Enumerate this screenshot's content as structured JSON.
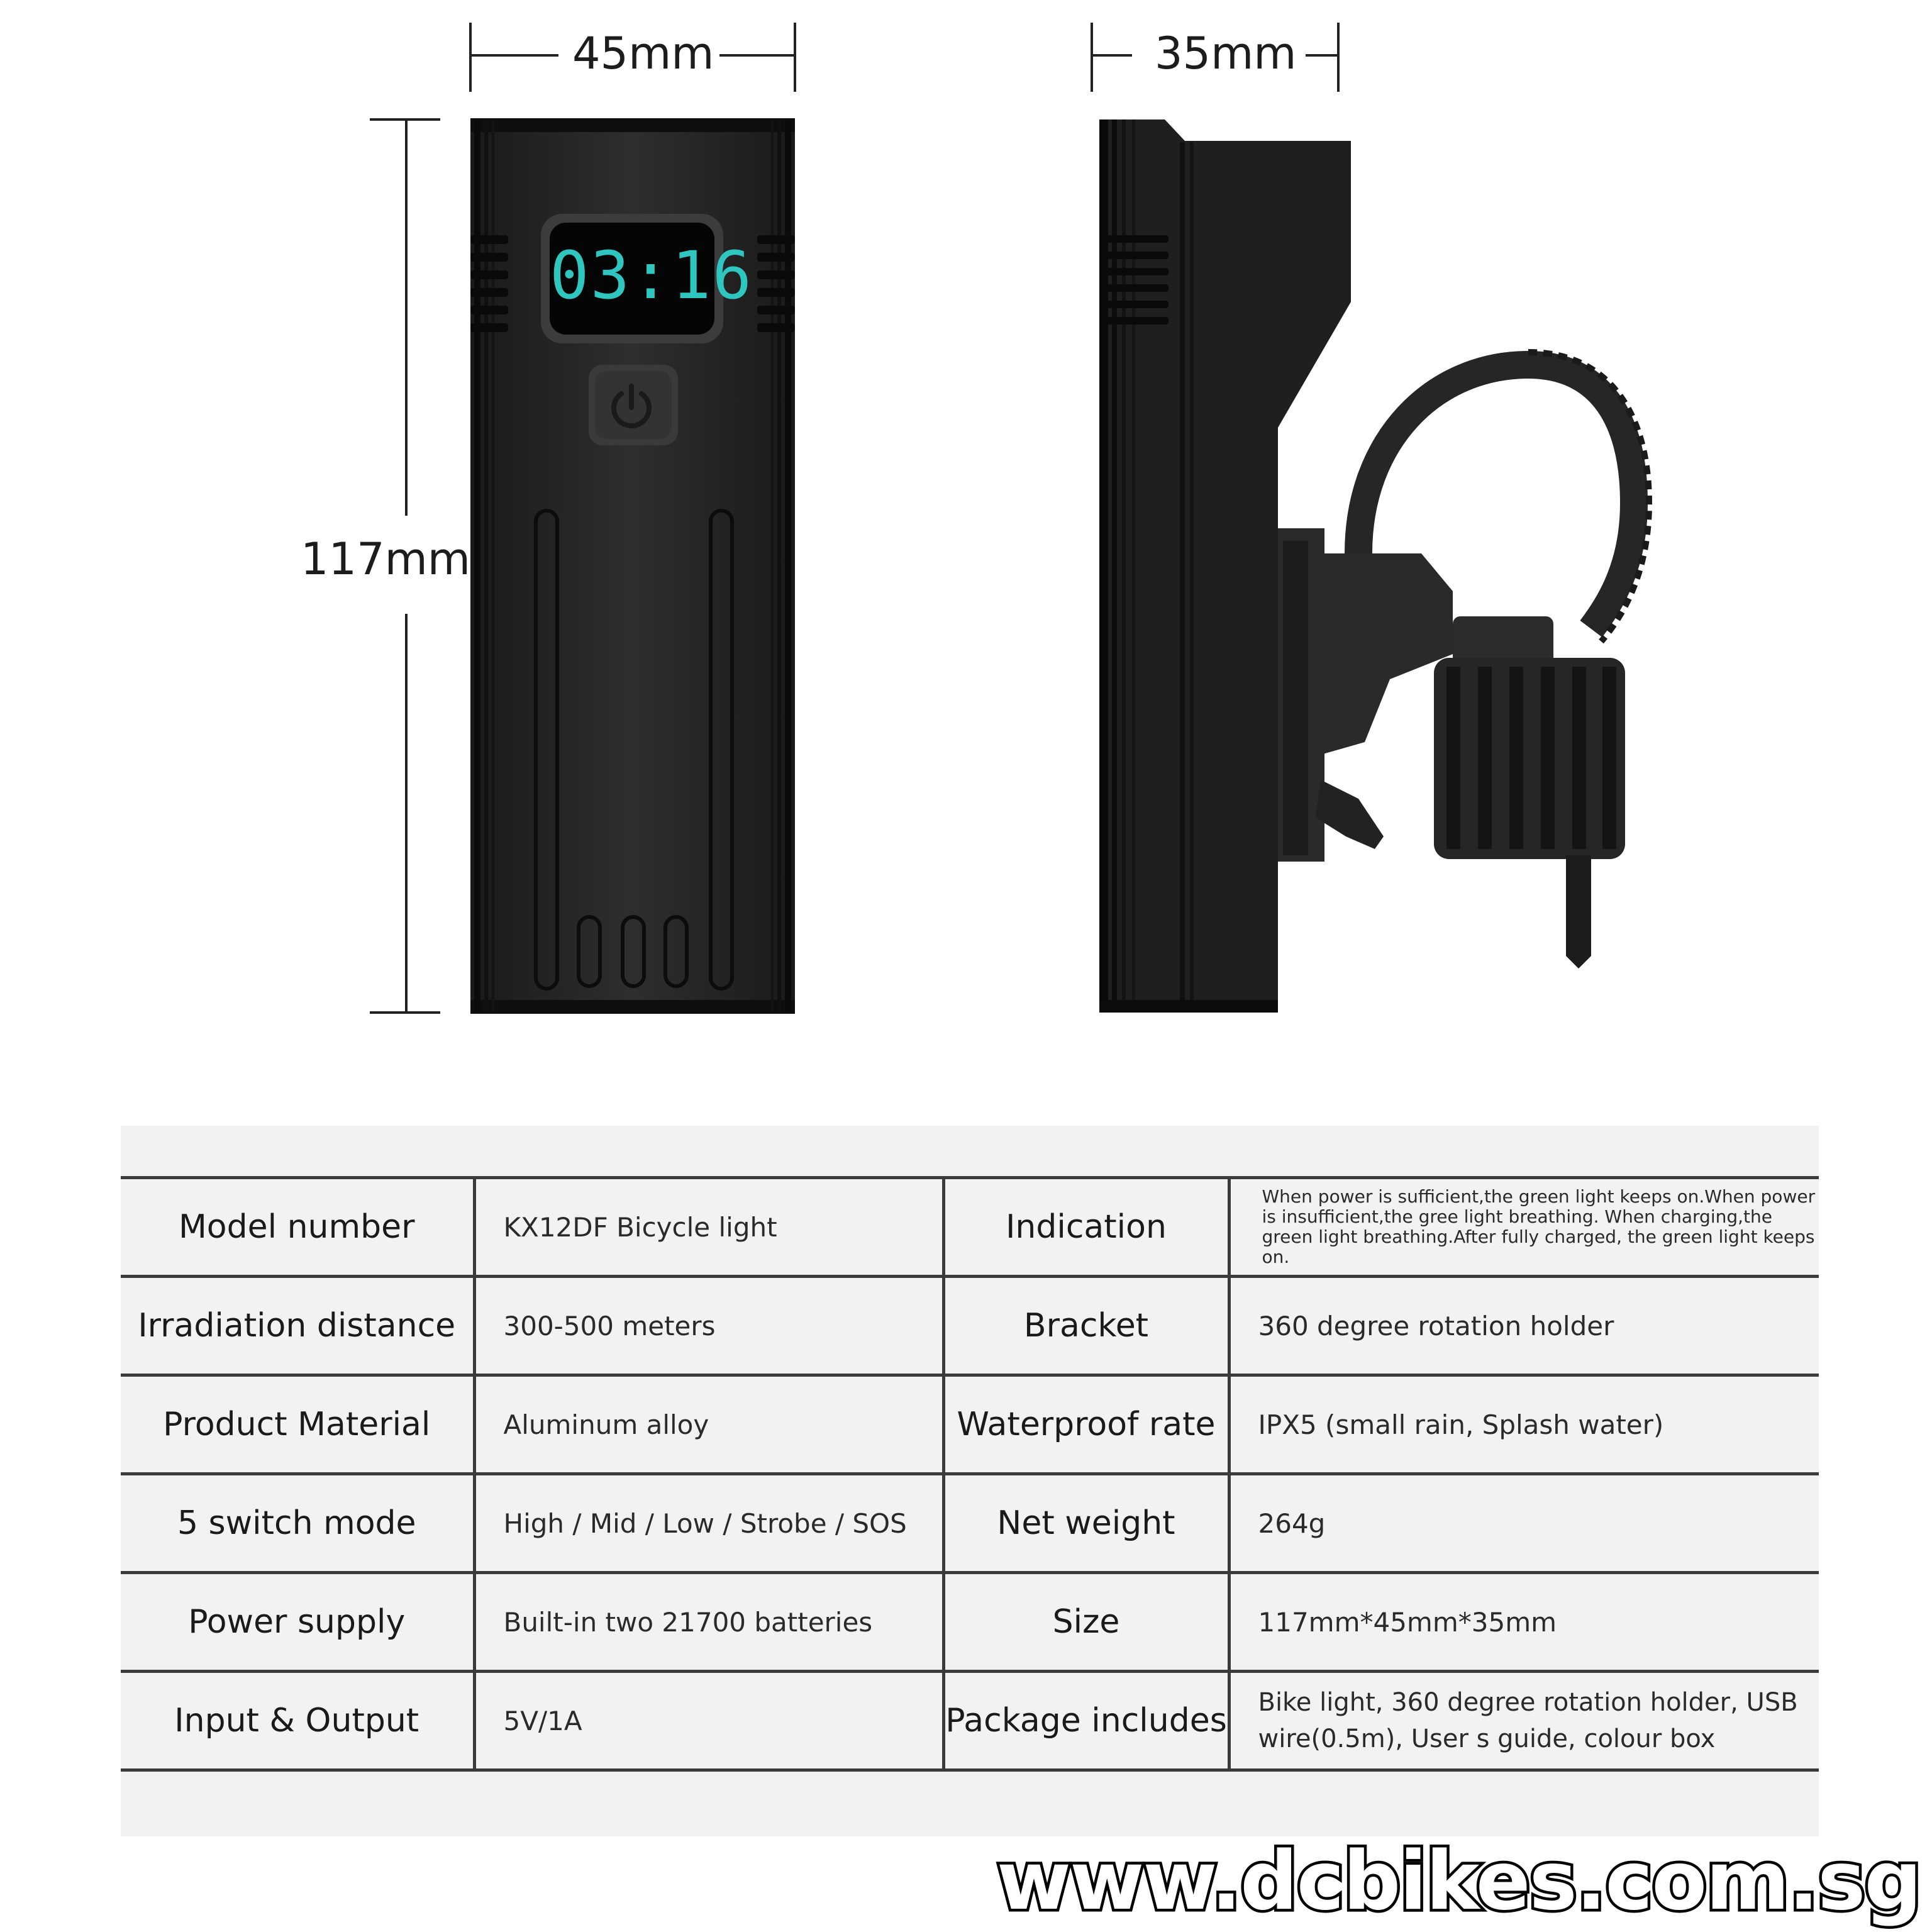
{
  "dimensions": {
    "width": "45mm",
    "depth": "35mm",
    "height": "117mm"
  },
  "display": {
    "time": "03:16"
  },
  "icons": {
    "power": "power-icon"
  },
  "specs": [
    {
      "label": "Model number",
      "value": "KX12DF Bicycle light",
      "label2": "Indication",
      "value2": "When power is sufficient,the green light keeps on.When power is insufficient,the gree light breathing. When charging,the green light breathing.After fully charged, the green light keeps on."
    },
    {
      "label": "Irradiation distance",
      "value": "300-500 meters",
      "label2": "Bracket",
      "value2": "360 degree rotation holder"
    },
    {
      "label": "Product Material",
      "value": "Aluminum alloy",
      "label2": "Waterproof rate",
      "value2": "IPX5 (small rain, Splash water)"
    },
    {
      "label": "5 switch mode",
      "value": "High / Mid / Low / Strobe / SOS",
      "label2": "Net weight",
      "value2": "264g"
    },
    {
      "label": "Power supply",
      "value": "Built-in two 21700 batteries",
      "label2": "Size",
      "value2": "117mm*45mm*35mm"
    },
    {
      "label": "Input & Output",
      "value": "5V/1A",
      "label2": "Package includes",
      "value2": "Bike light, 360 degree rotation holder, USB wire(0.5m), User s guide, colour box"
    }
  ],
  "watermark": "www.dcbikes.com.sg"
}
